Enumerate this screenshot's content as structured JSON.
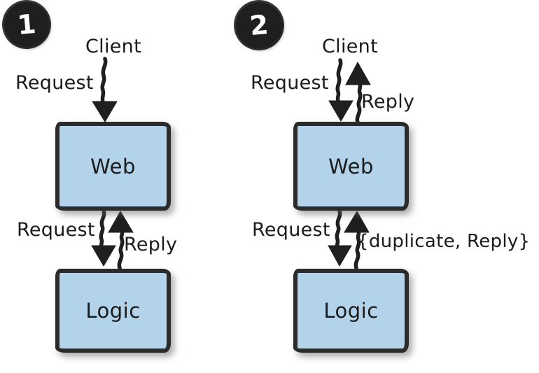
{
  "diagram": {
    "title_semantics": "request-reply flows between Client, Web and Logic tiers",
    "colors": {
      "box_fill": "#b2d3ea",
      "ink": "#1f1f1f"
    },
    "panels": [
      {
        "badge": "1",
        "client": "Client",
        "client_request": "Request",
        "mid_request": "Request",
        "mid_reply": "Reply",
        "web": "Web",
        "logic": "Logic"
      },
      {
        "badge": "2",
        "client": "Client",
        "client_request": "Request",
        "client_reply": "Reply",
        "mid_request": "Request",
        "mid_reply": "{duplicate, Reply}",
        "web": "Web",
        "logic": "Logic"
      }
    ]
  }
}
